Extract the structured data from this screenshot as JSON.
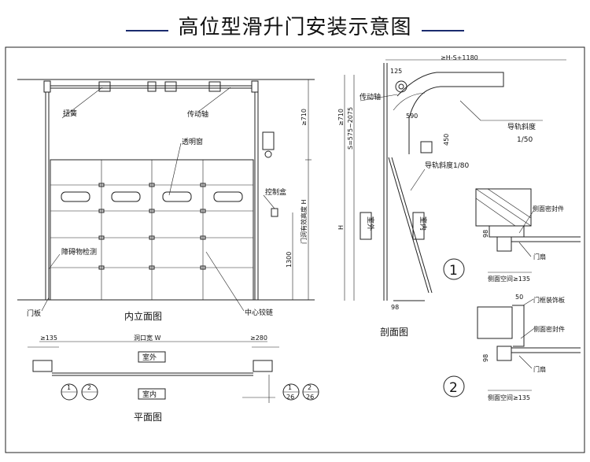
{
  "title": "高位型滑升门安装示意图",
  "elevation": {
    "view_label": "内立面图",
    "labels": {
      "spring": "扭簧",
      "shaft": "传动轴",
      "window": "透明窗",
      "control_box": "控制盒",
      "obstacle": "障碍物检测",
      "panel": "门板",
      "hinge": "中心铰链"
    },
    "dims": {
      "top": "≥710",
      "height": "门洞有效高度 H",
      "control": "1300"
    }
  },
  "section": {
    "view_label": "剖面图",
    "labels": {
      "shaft": "传动轴",
      "slope1": "导轨斜度",
      "slope1_value": "1/50",
      "slope2": "导轨斜度1/80",
      "outside": "室外",
      "inside": "室内"
    },
    "dims": {
      "top_width": "≥H-S+1180",
      "d125": "125",
      "d710": "≥710",
      "s_range": "S=575~2075",
      "d590": "590",
      "d450": "450",
      "h": "H",
      "d98": "98"
    }
  },
  "plan": {
    "view_label": "平面图",
    "labels": {
      "outside": "室外",
      "inside": "室内",
      "width": "洞口宽 W"
    },
    "dims": {
      "left": "≥135",
      "right": "≥280"
    },
    "refs": [
      {
        "num": "1",
        "den": "26"
      },
      {
        "num": "2",
        "den": "26"
      }
    ]
  },
  "details": [
    {
      "number": "1",
      "labels": {
        "seal": "侧面密封件",
        "panel": "门扇",
        "space": "侧面空间≥135"
      },
      "dims": {
        "d98": "98"
      }
    },
    {
      "number": "2",
      "labels": {
        "trim": "门框装饰板",
        "seal": "侧面密封件",
        "panel": "门扇",
        "space": "侧面空间≥135"
      },
      "dims": {
        "d50": "50",
        "d98": "98"
      }
    }
  ]
}
